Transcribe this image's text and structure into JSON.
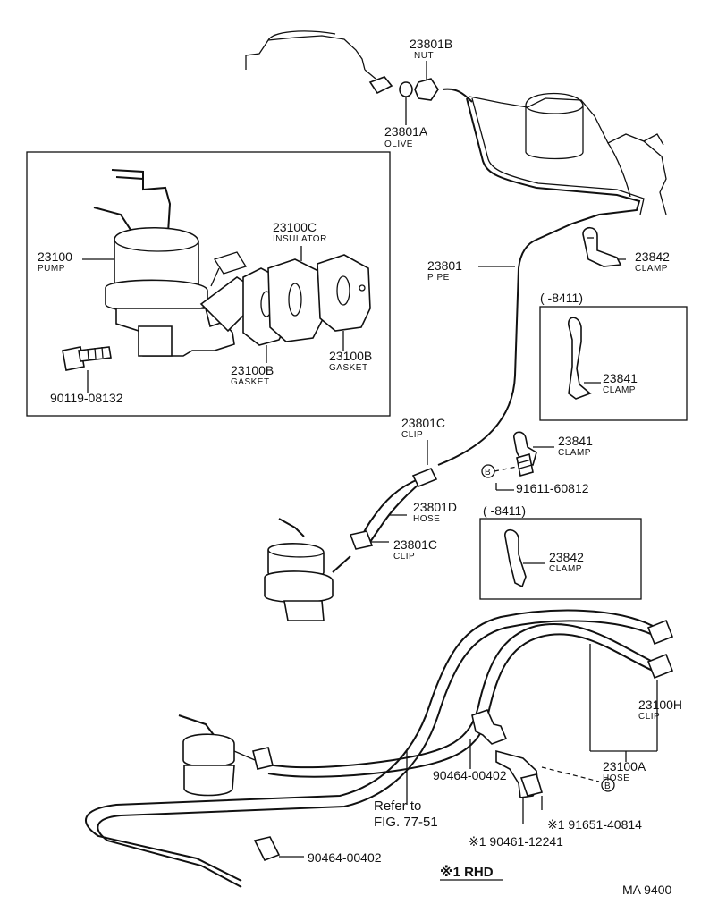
{
  "labels": {
    "nut": {
      "pn": "23801B",
      "name": "NUT"
    },
    "olive": {
      "pn": "23801A",
      "name": "OLIVE"
    },
    "insulator": {
      "pn": "23100C",
      "name": "INSULATOR"
    },
    "pump": {
      "pn": "23100",
      "name": "PUMP"
    },
    "pipe": {
      "pn": "23801",
      "name": "PIPE"
    },
    "clamp_23842_top": {
      "pn": "23842",
      "name": "CLAMP"
    },
    "box1_range": "( -8411)",
    "clamp_23841_box": {
      "pn": "23841",
      "name": "CLAMP"
    },
    "gasket_right": {
      "pn": "23100B",
      "name": "GASKET"
    },
    "gasket_left": {
      "pn": "23100B",
      "name": "GASKET"
    },
    "bolt": {
      "pn": "90119-08132"
    },
    "clip_upper": {
      "pn": "23801C",
      "name": "CLIP"
    },
    "clamp_23841": {
      "pn": "23841",
      "name": "CLAMP"
    },
    "marker_b": "B",
    "bolt_91611": {
      "pn": "91611-60812"
    },
    "hose_d": {
      "pn": "23801D",
      "name": "HOSE"
    },
    "box2_range": "( -8411)",
    "clip_lower": {
      "pn": "23801C",
      "name": "CLIP"
    },
    "clamp_23842_box": {
      "pn": "23842",
      "name": "CLAMP"
    },
    "clip_h": {
      "pn": "23100H",
      "name": "CLIP"
    },
    "hose_a": {
      "pn": "23100A",
      "name": "HOSE"
    },
    "clip_90464_upper": {
      "pn": "90464-00402"
    },
    "refer_to": "Refer to",
    "fig_ref": "FIG. 77-51",
    "bolt_91651": {
      "pn": "※1 91651-40814"
    },
    "bolt_90461": {
      "pn": "※1 90461-12241"
    },
    "clip_90464_lower": {
      "pn": "90464-00402"
    },
    "rhd_note": "※1 RHD",
    "drawing_code": "MA 9400"
  }
}
